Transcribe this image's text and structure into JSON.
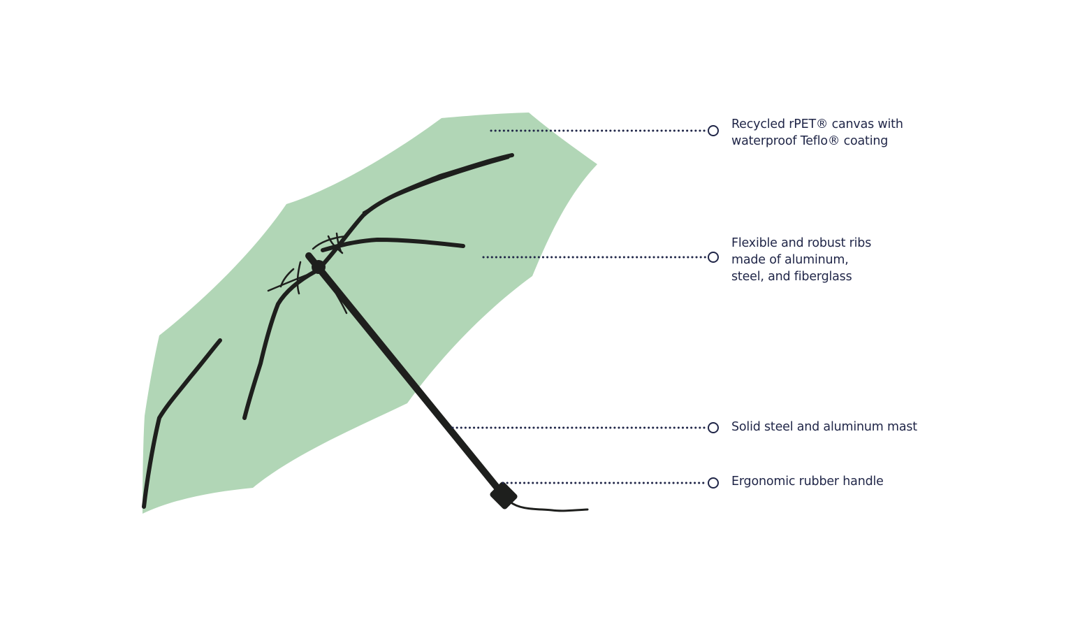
{
  "colors": {
    "canopy": "#b1d6b6",
    "frame": "#1e1f1d",
    "leader": "#1f2547",
    "text": "#1f2547"
  },
  "illustration": {
    "subject": "folding umbrella",
    "icons": [
      "umbrella-canopy",
      "umbrella-ribs",
      "umbrella-mast",
      "umbrella-handle",
      "wrist-strap"
    ]
  },
  "callouts": [
    {
      "id": "canopy",
      "lines": [
        "Recycled rPET® canvas with",
        "waterproof Teflo® coating"
      ]
    },
    {
      "id": "ribs",
      "lines": [
        "Flexible and robust ribs",
        "made of aluminum,",
        "steel, and fiberglass"
      ]
    },
    {
      "id": "mast",
      "lines": [
        "Solid steel and aluminum mast"
      ]
    },
    {
      "id": "handle",
      "lines": [
        "Ergonomic rubber handle"
      ]
    }
  ]
}
